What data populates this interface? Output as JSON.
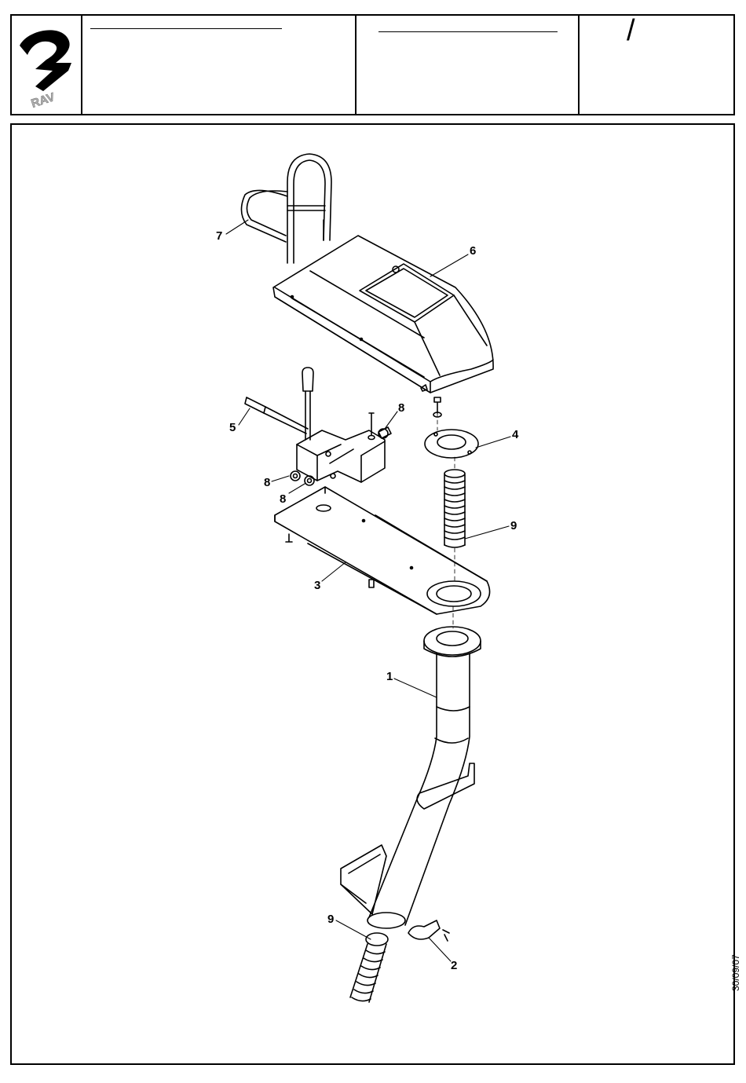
{
  "header": {
    "slash": "/"
  },
  "footer": {
    "date": "30/09/07"
  },
  "callouts": [
    "7",
    "6",
    "8",
    "5",
    "4",
    "8",
    "8",
    "9",
    "3",
    "1",
    "9",
    "2"
  ],
  "icons": [
    "rav-logo"
  ]
}
